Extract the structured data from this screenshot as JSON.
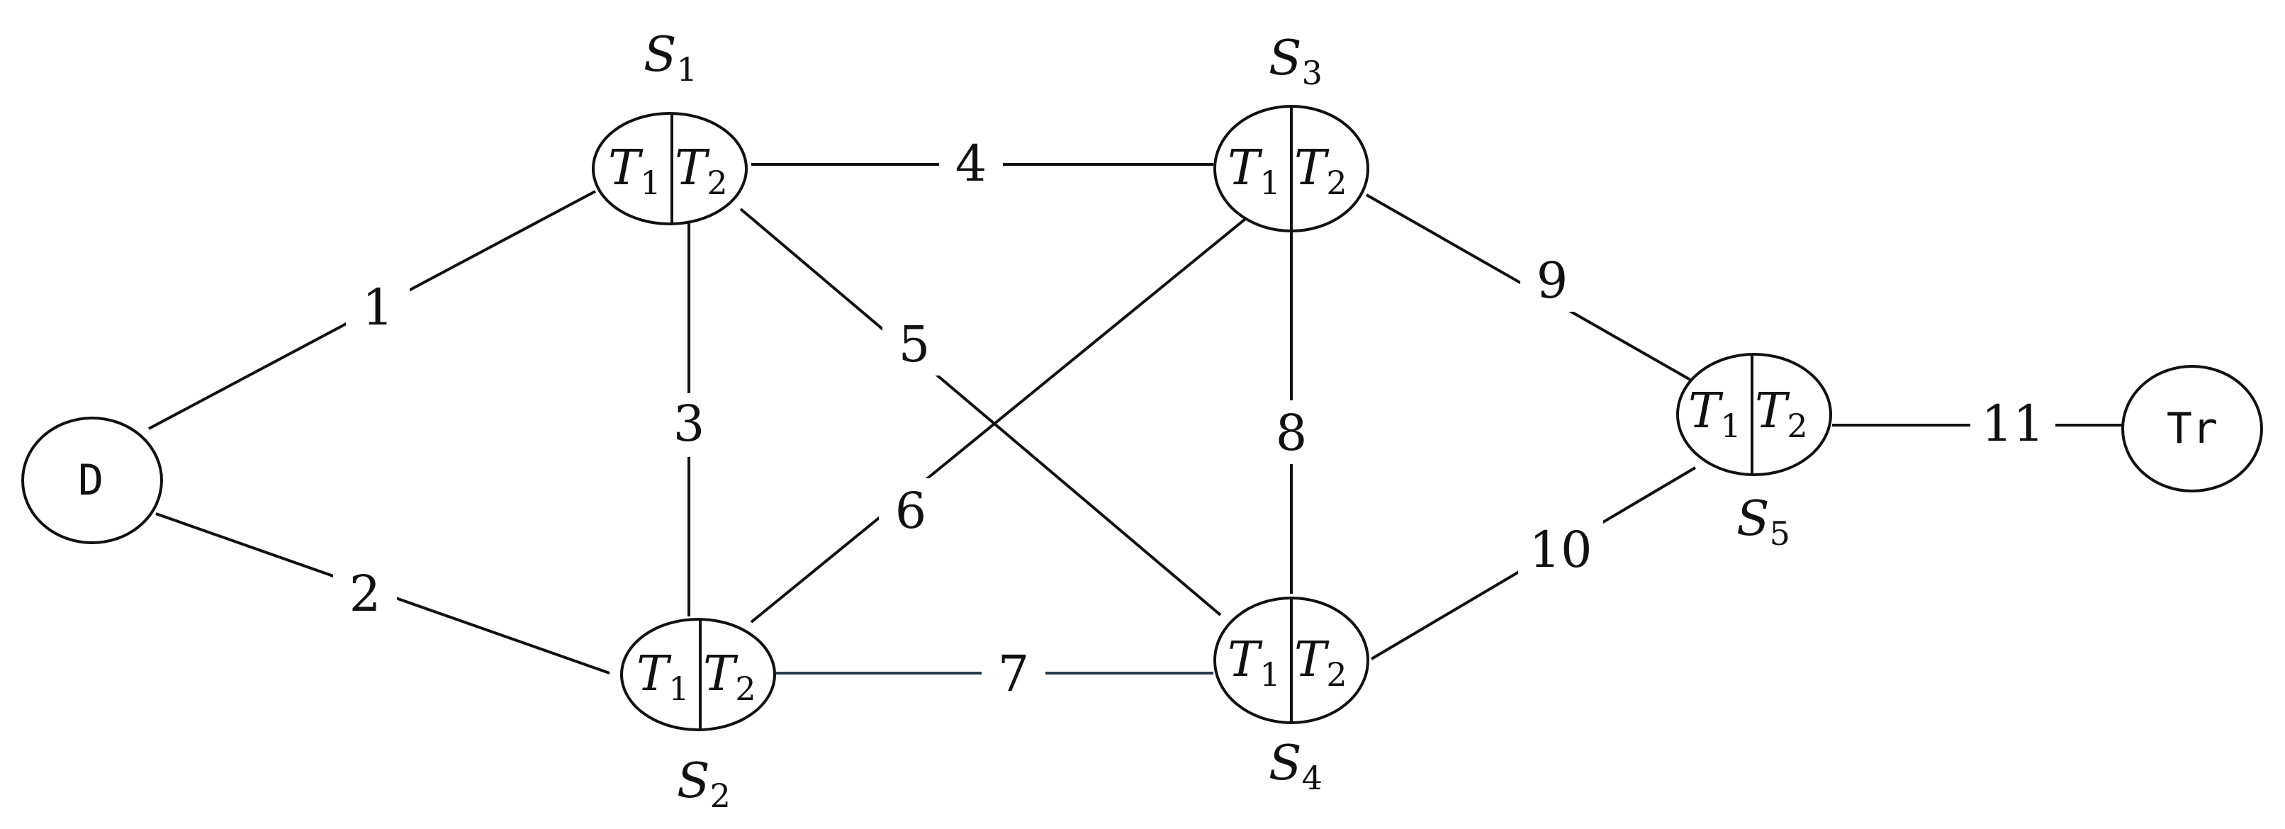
{
  "nodes": {
    "D": {
      "label": "D"
    },
    "S1": {
      "name": "S",
      "name_sub": "1",
      "left": "T",
      "left_sub": "1",
      "right": "T",
      "right_sub": "2"
    },
    "S2": {
      "name": "S",
      "name_sub": "2",
      "left": "T",
      "left_sub": "1",
      "right": "T",
      "right_sub": "2"
    },
    "S3": {
      "name": "S",
      "name_sub": "3",
      "left": "T",
      "left_sub": "1",
      "right": "T",
      "right_sub": "2"
    },
    "S4": {
      "name": "S",
      "name_sub": "4",
      "left": "T",
      "left_sub": "1",
      "right": "T",
      "right_sub": "2"
    },
    "S5": {
      "name": "S",
      "name_sub": "5",
      "left": "T",
      "left_sub": "1",
      "right": "T",
      "right_sub": "2"
    },
    "Tr": {
      "label": "Tr"
    }
  },
  "edges": [
    {
      "from": "D",
      "to": "S1",
      "label": "1"
    },
    {
      "from": "D",
      "to": "S2",
      "label": "2"
    },
    {
      "from": "S1",
      "to": "S2",
      "label": "3"
    },
    {
      "from": "S1",
      "to": "S3",
      "label": "4"
    },
    {
      "from": "S1",
      "to": "S4",
      "label": "5"
    },
    {
      "from": "S2",
      "to": "S3",
      "label": "6"
    },
    {
      "from": "S2",
      "to": "S4",
      "label": "7",
      "color": "#2b3a4a"
    },
    {
      "from": "S3",
      "to": "S4",
      "label": "8"
    },
    {
      "from": "S3",
      "to": "S5",
      "label": "9"
    },
    {
      "from": "S4",
      "to": "S5",
      "label": "10"
    },
    {
      "from": "S5",
      "to": "Tr",
      "label": "11"
    }
  ]
}
